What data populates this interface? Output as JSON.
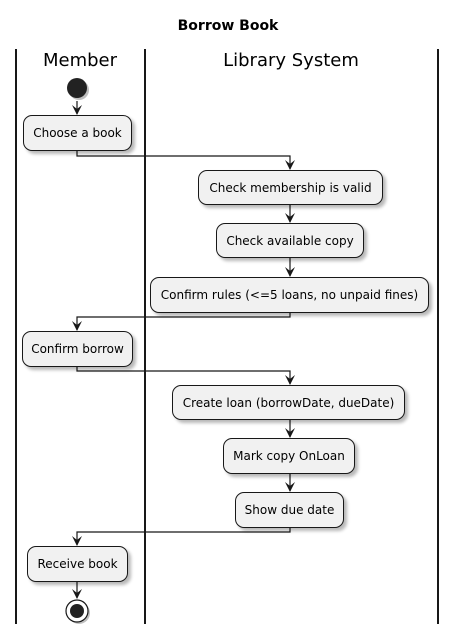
{
  "diagram": {
    "title": "Borrow Book",
    "swimlanes": [
      {
        "name": "Member"
      },
      {
        "name": "Library System"
      }
    ],
    "activities": [
      {
        "label": "Choose a book",
        "lane": "Member"
      },
      {
        "label": "Check membership is valid",
        "lane": "Library System"
      },
      {
        "label": "Check available copy",
        "lane": "Library System"
      },
      {
        "label": "Confirm rules (<=5 loans, no unpaid fines)",
        "lane": "Library System"
      },
      {
        "label": "Confirm borrow",
        "lane": "Member"
      },
      {
        "label": "Create loan (borrowDate, dueDate)",
        "lane": "Library System"
      },
      {
        "label": "Mark copy OnLoan",
        "lane": "Library System"
      },
      {
        "label": "Show due date",
        "lane": "Library System"
      },
      {
        "label": "Receive book",
        "lane": "Member"
      }
    ],
    "colors": {
      "activity_fill": "#f1f1f1",
      "line": "#181818",
      "start_fill": "#222222"
    }
  }
}
